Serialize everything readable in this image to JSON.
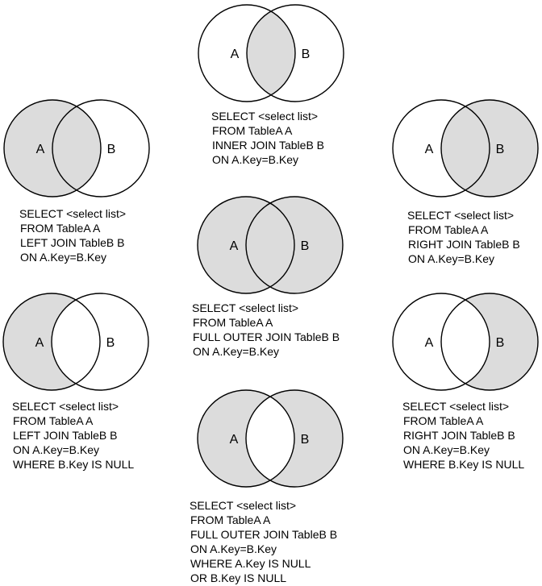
{
  "colors": {
    "fill": "#dcdcdc",
    "stroke": "#000000",
    "background": "#ffffff"
  },
  "circle_labels": {
    "left": "A",
    "right": "B"
  },
  "joins": [
    {
      "id": "inner-join",
      "shaded": "intersection",
      "sql": [
        "SELECT <select list>",
        "FROM TableA A",
        "INNER JOIN TableB B",
        "ON A.Key=B.Key"
      ]
    },
    {
      "id": "left-join",
      "shaded": "a",
      "sql": [
        "SELECT <select list>",
        "FROM TableA A",
        "LEFT JOIN TableB B",
        "ON A.Key=B.Key"
      ]
    },
    {
      "id": "right-join",
      "shaded": "b",
      "sql": [
        "SELECT <select list>",
        "FROM TableA A",
        "RIGHT JOIN TableB B",
        "ON A.Key=B.Key"
      ]
    },
    {
      "id": "full-outer-join",
      "shaded": "union",
      "sql": [
        "SELECT <select list>",
        "FROM TableA A",
        "FULL OUTER JOIN TableB B",
        "ON A.Key=B.Key"
      ]
    },
    {
      "id": "left-excluding-join",
      "shaded": "a-only",
      "sql": [
        "SELECT <select list>",
        "FROM TableA A",
        "LEFT JOIN TableB B",
        "ON A.Key=B.Key",
        "WHERE B.Key IS NULL"
      ]
    },
    {
      "id": "right-excluding-join",
      "shaded": "b-only",
      "sql": [
        "SELECT <select list>",
        "FROM TableA A",
        "RIGHT JOIN TableB B",
        "ON A.Key=B.Key",
        "WHERE B.Key IS NULL"
      ]
    },
    {
      "id": "outer-excluding-join",
      "shaded": "symmetric-difference",
      "sql": [
        "SELECT <select list>",
        "FROM TableA A",
        "FULL OUTER JOIN TableB B",
        "ON A.Key=B.Key",
        "WHERE A.Key IS NULL",
        "OR B.Key IS NULL"
      ]
    }
  ]
}
